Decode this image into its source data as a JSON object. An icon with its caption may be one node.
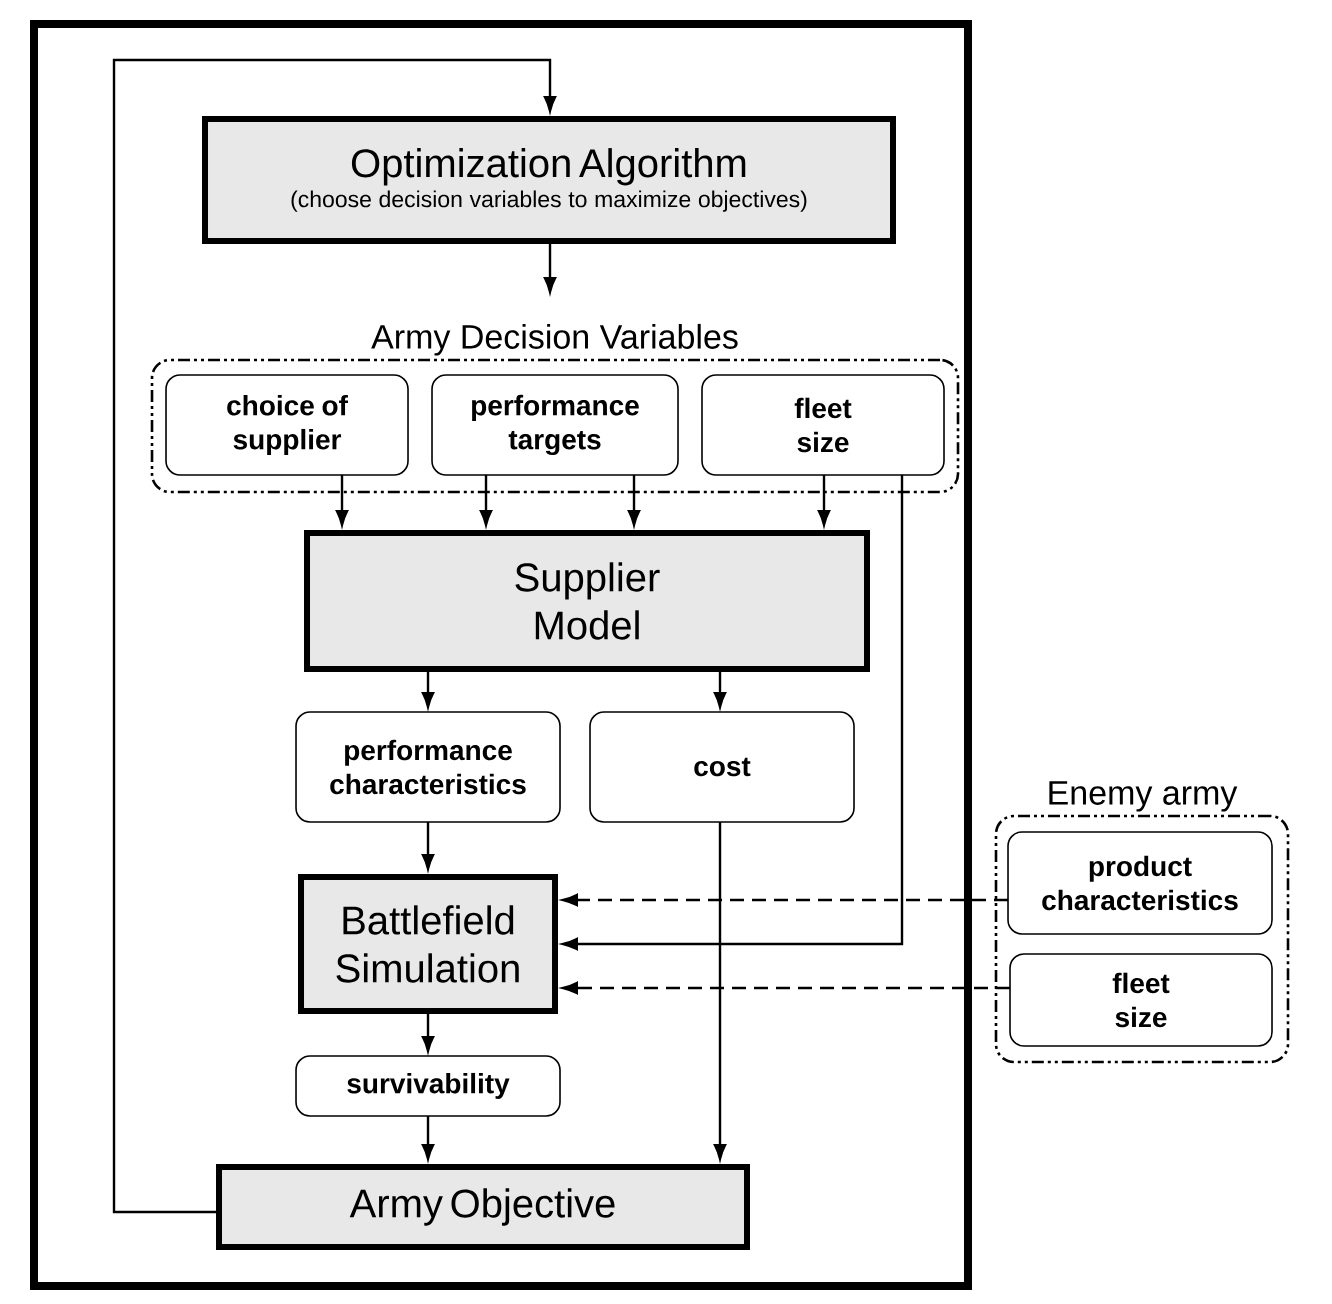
{
  "diagram": {
    "nodes": [
      {
        "text": [
          "Optimization Algorithm",
          "(choose decision variables to maximize objectives)"
        ]
      },
      {
        "text": [
          "Army Decision Variables"
        ]
      },
      {
        "text": [
          "choice of supplier"
        ],
        "in": 1
      },
      {
        "text": [
          "performance targets"
        ],
        "in": 1
      },
      {
        "text": [
          "fleet size"
        ],
        "in": 1
      },
      {
        "text": [
          "Supplier Model"
        ]
      },
      {
        "text": [
          "performance characteristics"
        ]
      },
      {
        "text": [
          "cost"
        ]
      },
      {
        "text": [
          "Battlefield Simulation"
        ]
      },
      {
        "text": [
          "survivability"
        ]
      },
      {
        "text": [
          "Army Objective"
        ]
      },
      {
        "text": [
          "Enemy army"
        ]
      },
      {
        "text": [
          "product characteristics"
        ],
        "in": 11
      },
      {
        "text": [
          "fleet size"
        ],
        "in": 11
      }
    ],
    "edges": [
      {
        "from": 0,
        "to": 1,
        "arrow": "to"
      },
      {
        "from": 2,
        "to": 5,
        "arrow": "to"
      },
      {
        "from": 3,
        "to": 5,
        "arrow": "to"
      },
      {
        "from": 3,
        "to": 5,
        "arrow": "to"
      },
      {
        "from": 4,
        "to": 5,
        "arrow": "to"
      },
      {
        "from": 4,
        "to": 8,
        "arrow": "to"
      },
      {
        "from": 5,
        "to": 6,
        "arrow": "to"
      },
      {
        "from": 5,
        "to": 7,
        "arrow": "to"
      },
      {
        "from": 6,
        "to": 8,
        "arrow": "to"
      },
      {
        "from": 12,
        "to": 8,
        "arrow": "to",
        "style": "dashed"
      },
      {
        "from": 13,
        "to": 8,
        "arrow": "to",
        "style": "dashed"
      },
      {
        "from": 8,
        "to": 9,
        "arrow": "to"
      },
      {
        "from": 9,
        "to": 10,
        "arrow": "to"
      },
      {
        "from": 7,
        "to": 10,
        "arrow": "to"
      },
      {
        "from": 10,
        "to": 0,
        "arrow": "to"
      }
    ]
  }
}
